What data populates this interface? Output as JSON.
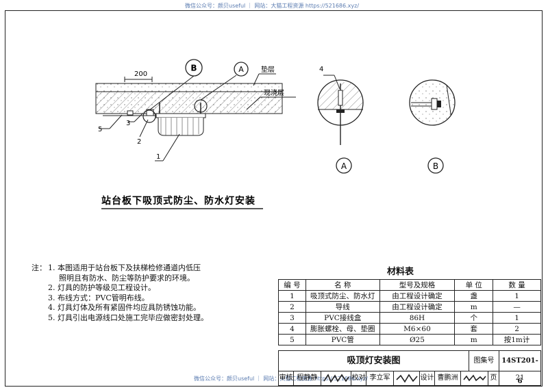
{
  "watermark": {
    "top": "微信公众号：颜贝useful ｜ 网站：大猫工程资源 https://521686.xyz/",
    "bottom": "微信公众号：颜贝useful ｜ 网站：大猫工程资源 https://521686.xyz/"
  },
  "drawing": {
    "dimension": "200",
    "label_layer": "垫层",
    "label_cast": "现浇层",
    "callout_1": "1",
    "callout_2": "2",
    "callout_3": "3",
    "callout_4": "4",
    "callout_5": "5",
    "detail_a": "A",
    "detail_b": "B",
    "title": "站台板下吸顶式防尘、防水灯安装"
  },
  "notes": {
    "prefix": "注：",
    "items": [
      "1. 本图适用于站台板下及扶梯检修通道内低压",
      "照明且有防水、防尘等防护要求的环境。",
      "2. 灯具的防护等级见工程设计。",
      "3. 布线方式：PVC管明布线。",
      "4. 灯具灯体及所有紧固件均应具防锈蚀功能。",
      "5. 灯具引出电源线口处施工完毕应做密封处理。"
    ]
  },
  "material_table": {
    "title": "材料表",
    "headers": [
      "编 号",
      "名 称",
      "型号及规格",
      "单 位",
      "数 量"
    ],
    "rows": [
      [
        "1",
        "吸顶式防尘、防水灯",
        "由工程设计确定",
        "盏",
        "1"
      ],
      [
        "2",
        "导线",
        "由工程设计确定",
        "m",
        "—"
      ],
      [
        "3",
        "PVC接线盒",
        "86H",
        "个",
        "1"
      ],
      [
        "4",
        "膨胀螺栓、母、垫圈",
        "M6×60",
        "套",
        "2"
      ],
      [
        "5",
        "PVC管",
        "Ø25",
        "m",
        "按1m计"
      ]
    ]
  },
  "title_block": {
    "drawing_title": "吸顶灯安装图",
    "atlas_label": "图集号",
    "atlas_number": "14ST201-6",
    "review_label": "审核",
    "review_name": "程静静",
    "check_label": "校对",
    "check_name": "李立军",
    "design_label": "设计",
    "design_name": "曹鹏洲",
    "page_label": "页",
    "page_number": "21"
  }
}
